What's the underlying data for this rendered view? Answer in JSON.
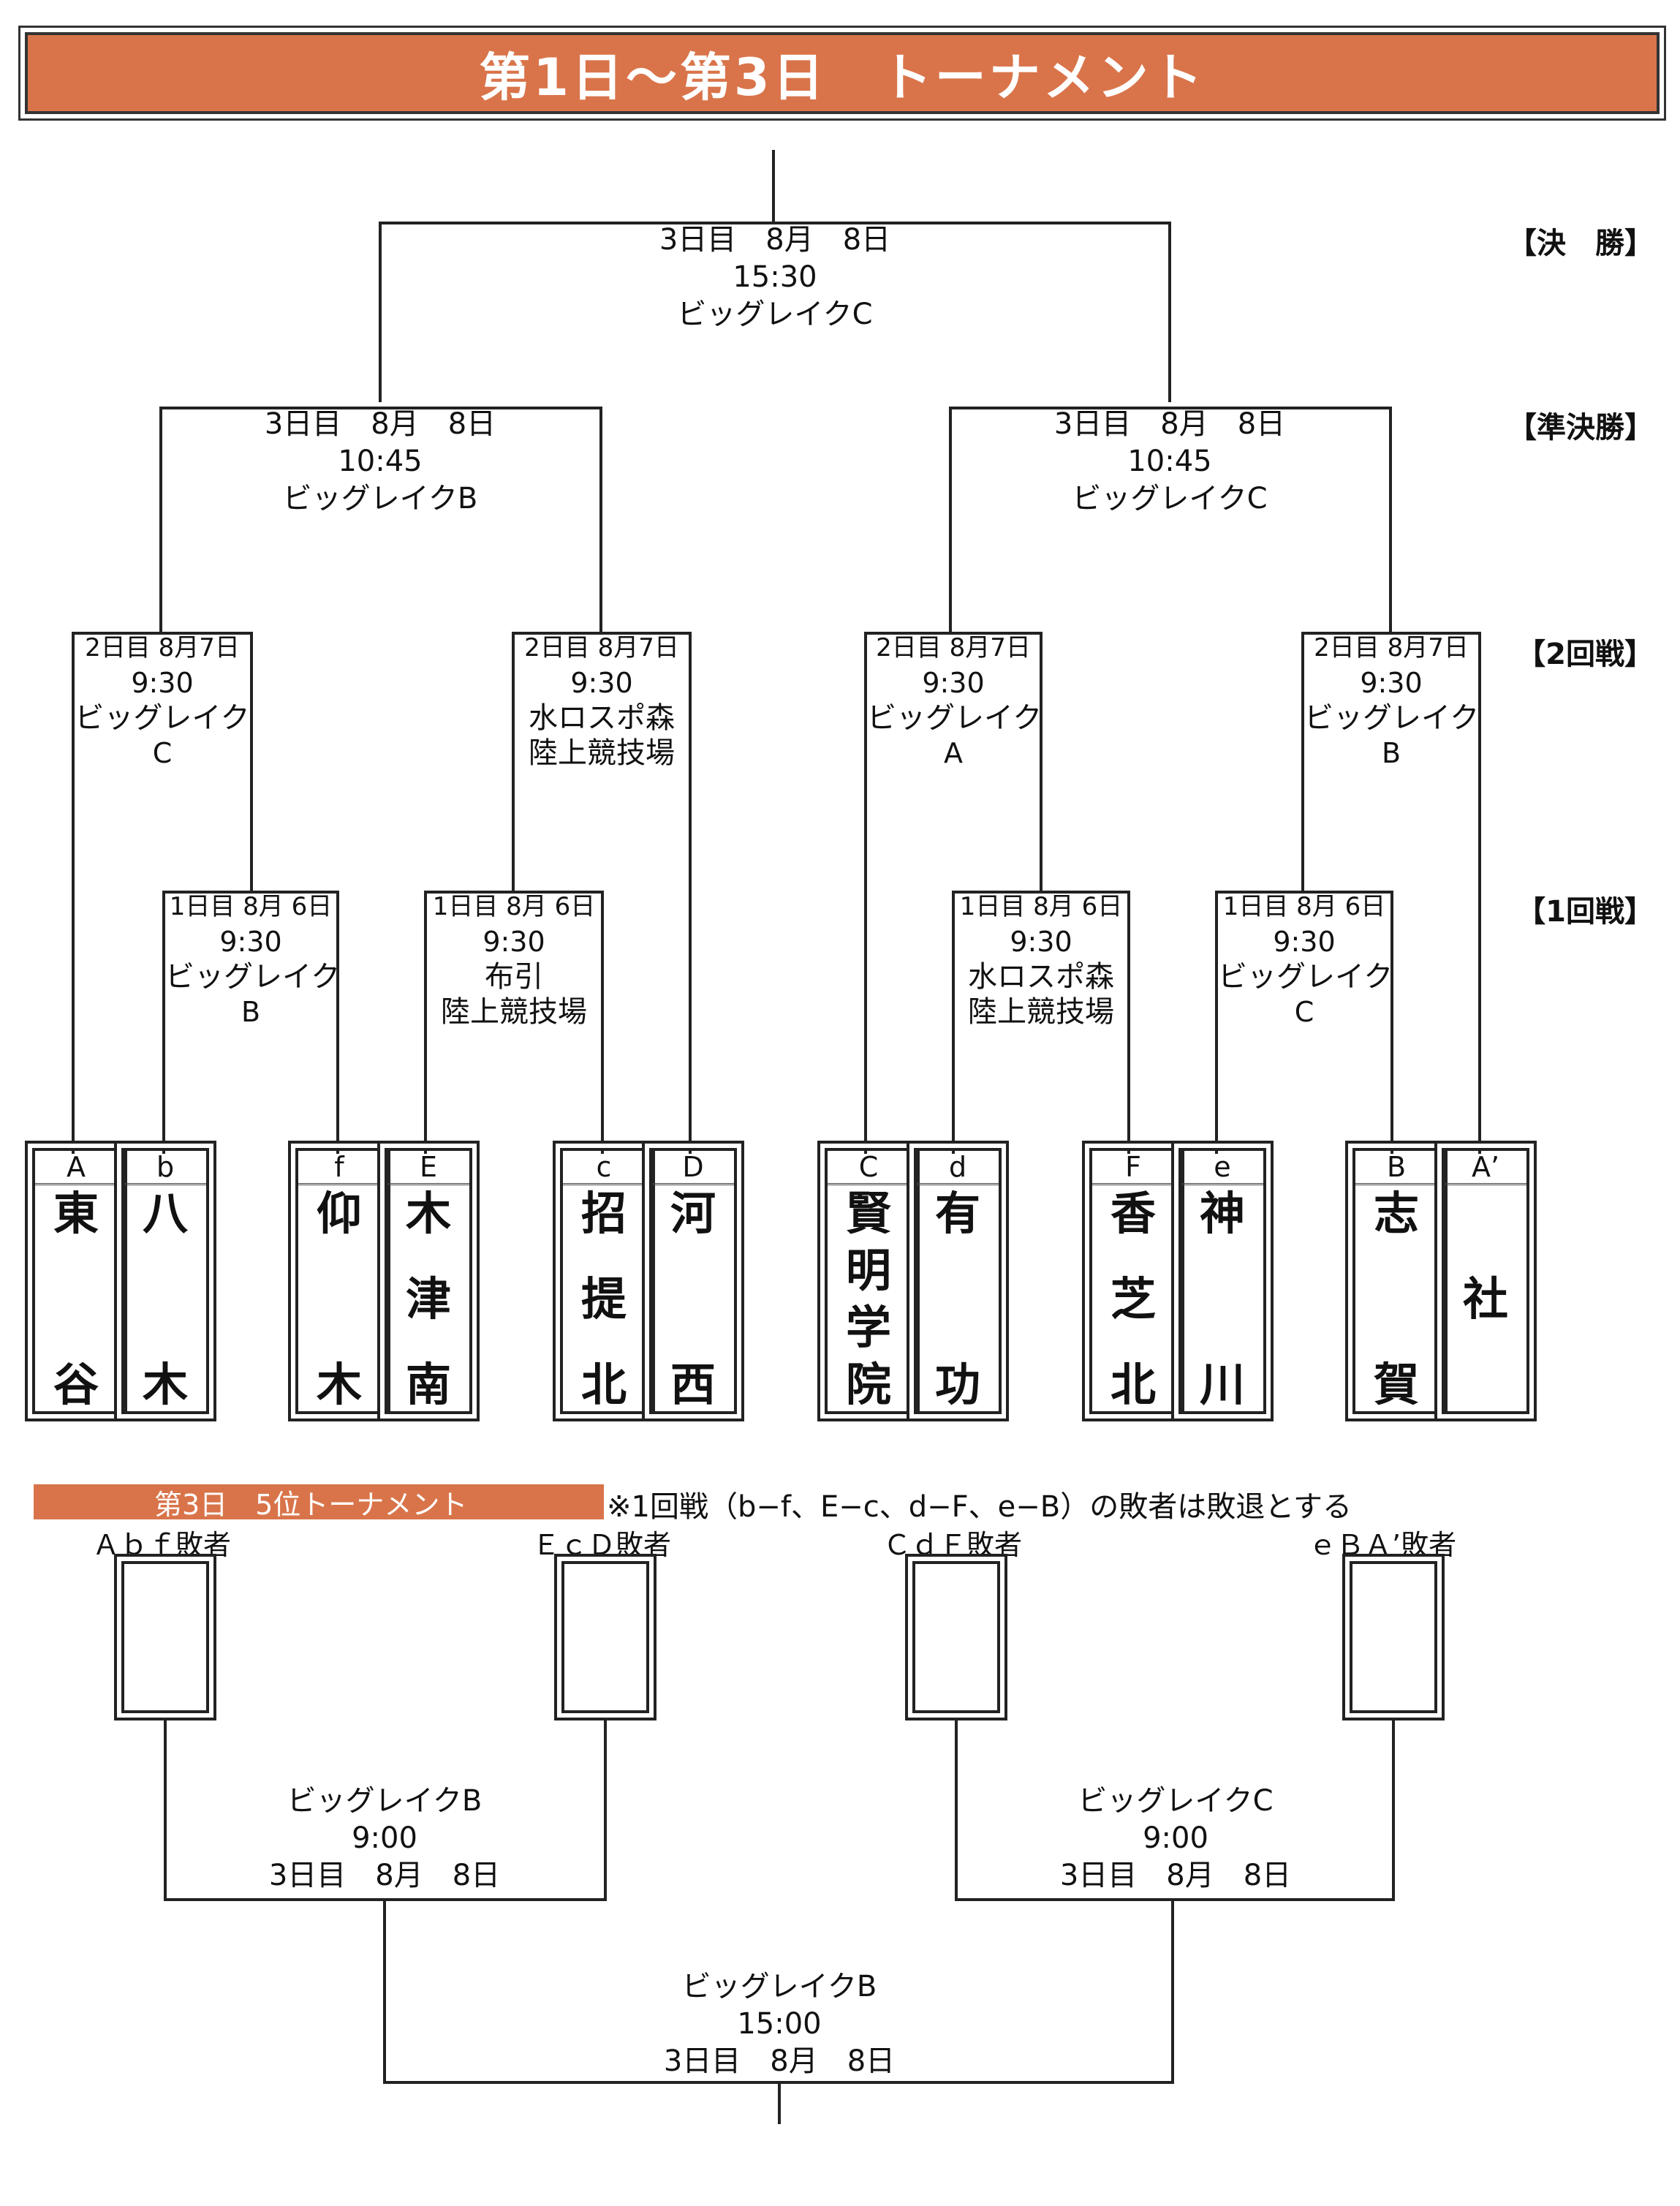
{
  "title": "第1日～第3日　トーナメント",
  "rounds": {
    "final": "【決　勝】",
    "semi": "【準決勝】",
    "r2": "【2回戦】",
    "r1": "【1回戦】"
  },
  "matches": {
    "final": [
      "3日目　8月　8日",
      "15:30",
      "ビッグレイクC"
    ],
    "semi_left": [
      "3日目　8月　8日",
      "10:45",
      "ビッグレイクB"
    ],
    "semi_right": [
      "3日目　8月　8日",
      "10:45",
      "ビッグレイクC"
    ],
    "r2_1": [
      "2日目 8月7日",
      "9:30",
      "ビッグレイク",
      "C"
    ],
    "r2_2": [
      "2日目 8月7日",
      "9:30",
      "水ロスポ森",
      "陸上競技場"
    ],
    "r2_3": [
      "2日目 8月7日",
      "9:30",
      "ビッグレイク",
      "A"
    ],
    "r2_4": [
      "2日目 8月7日",
      "9:30",
      "ビッグレイク",
      "B"
    ],
    "r1_1": [
      "1日目 8月 6日",
      "9:30",
      "ビッグレイク",
      "B"
    ],
    "r1_2": [
      "1日目 8月 6日",
      "9:30",
      "布引",
      "陸上競技場"
    ],
    "r1_3": [
      "1日目 8月 6日",
      "9:30",
      "水ロスポ森",
      "陸上競技場"
    ],
    "r1_4": [
      "1日目 8月 6日",
      "9:30",
      "ビッグレイク",
      "C"
    ]
  },
  "teams": [
    {
      "code": "A",
      "chars": [
        "東",
        "谷"
      ]
    },
    {
      "code": "b",
      "chars": [
        "八",
        "木"
      ]
    },
    {
      "code": "f",
      "chars": [
        "仰",
        "木"
      ]
    },
    {
      "code": "E",
      "chars": [
        "木",
        "津",
        "南"
      ]
    },
    {
      "code": "c",
      "chars": [
        "招",
        "提",
        "北"
      ]
    },
    {
      "code": "D",
      "chars": [
        "河",
        "西"
      ]
    },
    {
      "code": "C",
      "chars": [
        "賢",
        "明",
        "学",
        "院"
      ]
    },
    {
      "code": "d",
      "chars": [
        "有",
        "功"
      ]
    },
    {
      "code": "F",
      "chars": [
        "香",
        "芝",
        "北"
      ]
    },
    {
      "code": "e",
      "chars": [
        "神",
        "川"
      ]
    },
    {
      "code": "B",
      "chars": [
        "志",
        "賀"
      ]
    },
    {
      "code": "A’",
      "chars": [
        "社"
      ]
    }
  ],
  "fifth": {
    "title": "第3日　5位トーナメント",
    "note": "※1回戦（b−f、E−c、d−F、e−B）の敗者は敗退とする",
    "labels": [
      "Ａｂｆ敗者",
      "ＥｃＤ敗者",
      "ＣｄＦ敗者",
      "ｅＢＡ’敗者"
    ],
    "left": [
      "ビッグレイクB",
      "9:00",
      "3日目　8月　8日"
    ],
    "right": [
      "ビッグレイクC",
      "9:00",
      "3日目　8月　8日"
    ],
    "final": [
      "ビッグレイクB",
      "15:00",
      "3日目　8月　8日"
    ]
  }
}
